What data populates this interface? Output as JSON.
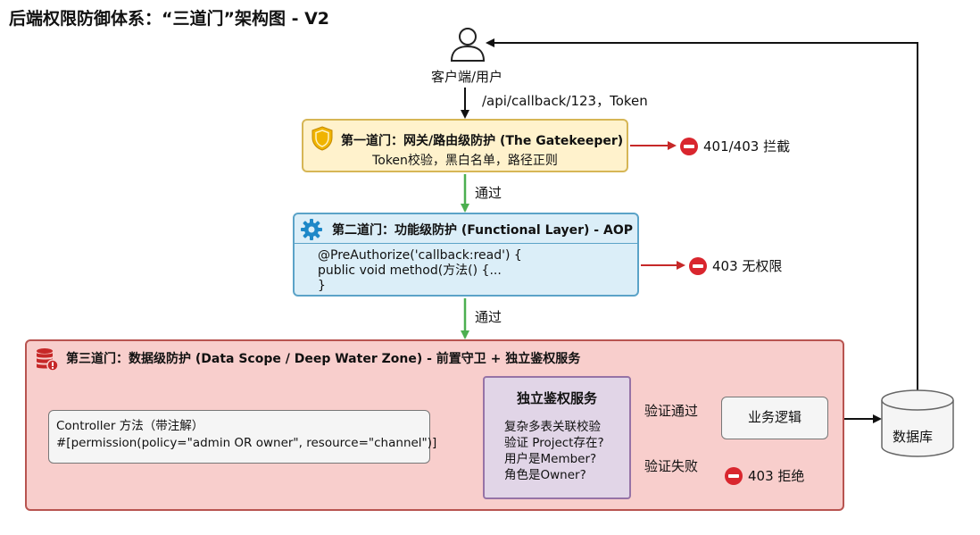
{
  "title": "后端权限防御体系：“三道门”架构图 - V2",
  "client": {
    "label": "客户端/用户",
    "icon": "user-icon"
  },
  "request": {
    "label": "/api/callback/123，Token"
  },
  "gate1": {
    "title": "第一道门：网关/路由级防护 (The Gatekeeper)",
    "subtitle": "Token校验，黑白名单，路径正则",
    "icon": "shield-icon",
    "deny_label": "401/403 拦截"
  },
  "pass1": "通过",
  "gate2": {
    "title": "第二道门：功能级防护 (Functional Layer) - AOP",
    "icon": "gear-icon",
    "code": [
      "@PreAuthorize('callback:read') {",
      "public void method(方法() {...",
      "}"
    ],
    "deny_label": "403 无权限"
  },
  "pass2": "通过",
  "gate3": {
    "title": "第三道门：数据级防护 (Data Scope / Deep Water Zone) - 前置守卫 + 独立鉴权服务",
    "icon": "database-alert-icon",
    "controller": {
      "line1": "Controller 方法（带注解）",
      "line2": "#[permission(policy=\"admin OR owner\", resource=\"channel\")]"
    },
    "auth_service": {
      "title": "独立鉴权服务",
      "lines": [
        "复杂多表关联校验",
        "验证 Project存在?",
        "用户是Member?",
        "角色是Owner?"
      ]
    },
    "pass_label": "验证通过",
    "fail_label": "验证失败",
    "business": "业务逻辑",
    "deny_label": "403 拒绝"
  },
  "database": {
    "label": "数据库"
  },
  "colors": {
    "gate1_fill": "#fff2cc",
    "gate1_stroke": "#d6b656",
    "gate2_fill": "#dbeef8",
    "gate2_stroke": "#5ba3c8",
    "gate3_fill": "#f8cecc",
    "gate3_stroke": "#b85450",
    "auth_fill": "#e1d5e7",
    "auth_stroke": "#9673a6",
    "pass_arrow": "#4caf50",
    "deny_arrow": "#c62828",
    "deny_icon": "#d9262e"
  }
}
